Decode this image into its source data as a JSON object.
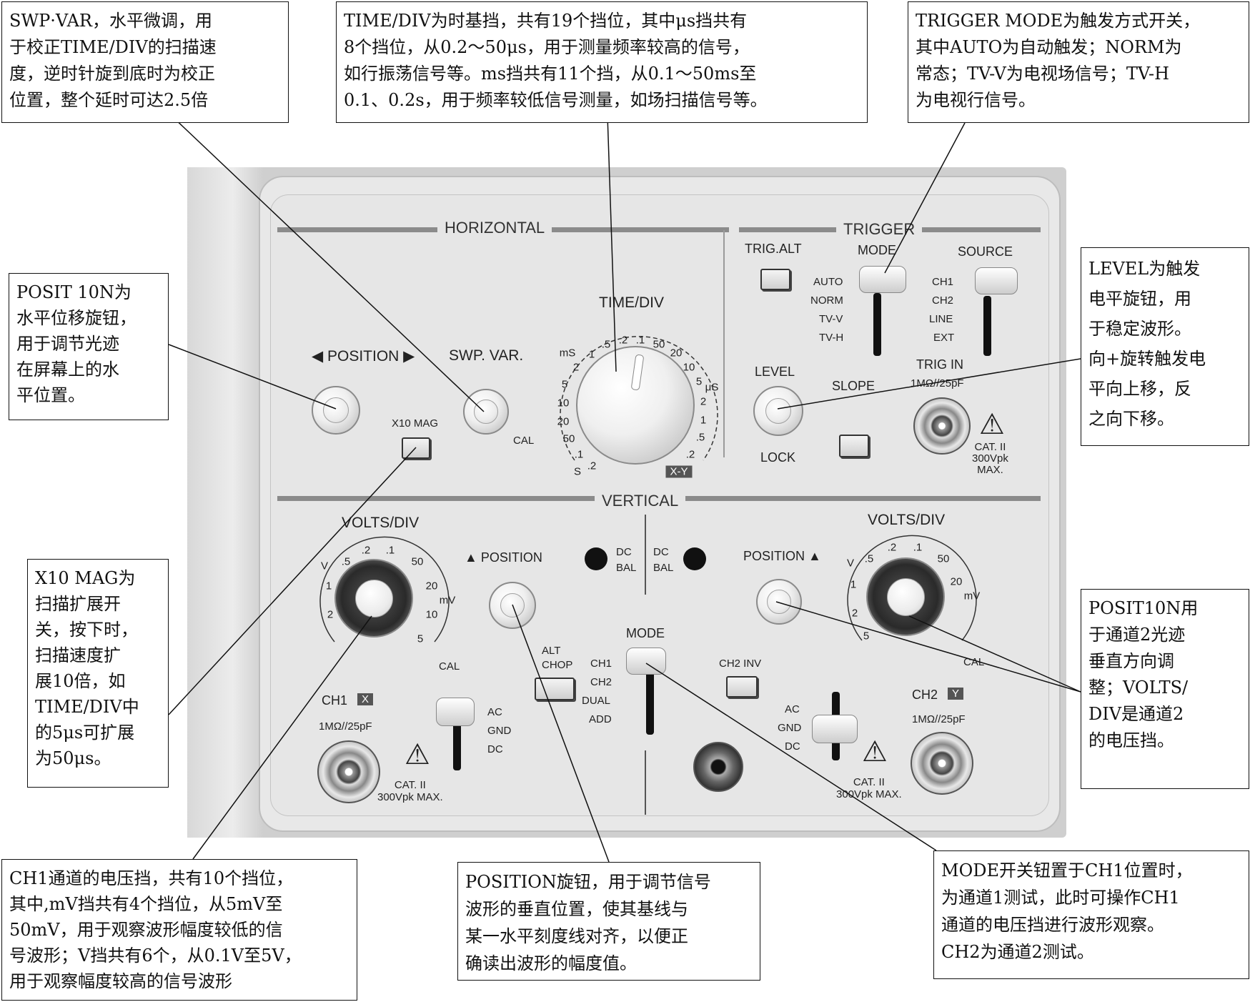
{
  "notes": {
    "swp_var": "SWP·VAR，水平微调，用\n于校正TIME/DIV的扫描速\n度，逆时针旋到底时为校正\n位置，整个延时可达2.5倍",
    "time_div": "TIME/DIV为时基挡，共有19个挡位，其中μs挡共有\n8个挡位，从0.2～50μs，用于测量频率较高的信号，\n如行振荡信号等。ms挡共有11个挡，从0.1～50ms至\n0.1、0.2s，用于频率较低信号测量，如场扫描信号等。",
    "trigger_mode": "TRIGGER MODE为触发方式开关，\n其中AUTO为自动触发；NORM为\n常态；TV-V为电视场信号；TV-H\n为电视行信号。",
    "posit_h": "POSIT 10N为\n水平位移旋钮，\n用于调节光迹\n在屏幕上的水\n平位置。",
    "level": "LEVEL为触发\n电平旋钮，用\n于稳定波形。\n向+旋转触发电\n平向上移，反\n之向下移。",
    "x10mag": "X10 MAG为\n扫描扩展开\n关，按下时，\n扫描速度扩\n展10倍，如\nTIME/DIV中\n的5μs可扩展\n为50μs。",
    "posit_ch2": "POSIT10N用\n于通道2光迹\n垂直方向调\n整；VOLTS/\nDIV是通道2\n的电压挡。",
    "ch1_volts": "CH1通道的电压挡，共有10个挡位，\n其中,mV挡共有4个挡位，从5mV至\n50mV，用于观察波形幅度较低的信\n号波形；V挡共有6个，从0.1V至5V，\n用于观察幅度较高的信号波形",
    "position_v": "POSITION旋钮，用于调节信号\n波形的垂直位置，使其基线与\n某一水平刻度线对齐，以便正\n确读出波形的幅度值。",
    "mode_sw": "MODE开关钮置于CH1位置时，\n为通道1测试，此时可操作CH1\n通道的电压挡进行波形观察。\nCH2为通道2测试。"
  },
  "panel": {
    "horizontal": "HORIZONTAL",
    "trigger": "TRIGGER",
    "vertical": "VERTICAL",
    "position_h": "◀ POSITION ▶",
    "swp_var": "SWP. VAR.",
    "time_div": "TIME/DIV",
    "x10mag": "X10 MAG",
    "cal": "CAL",
    "ms": "mS",
    "us": "μS",
    "s": "S",
    "xy": "X-Y",
    "time_ticks_left": [
      "1",
      ".5",
      ".2",
      ".1",
      "2",
      "5",
      "10",
      "20",
      "50",
      ".1",
      ".2"
    ],
    "time_ticks_right": [
      "50",
      "20",
      "10",
      "5",
      "2",
      "1",
      ".5",
      ".2"
    ],
    "trig_alt": "TRIG.ALT",
    "mode": "MODE",
    "source": "SOURCE",
    "trig_modes": [
      "AUTO",
      "NORM",
      "TV-V",
      "TV-H"
    ],
    "sources": [
      "CH1",
      "CH2",
      "LINE",
      "EXT"
    ],
    "level": "LEVEL",
    "slope": "SLOPE",
    "lock": "LOCK",
    "trig_in": "TRIG IN",
    "imp_trig": "1MΩ//25pF",
    "cat_trig": "CAT. II\n300Vpk\nMAX.",
    "volts_div_1": "VOLTS/DIV",
    "volts_div_2": "VOLTS/DIV",
    "volts_ticks": [
      ".5",
      ".2",
      ".1",
      "50",
      "20",
      "10",
      "5",
      "V",
      "1",
      "2",
      "mV"
    ],
    "volts_ticks_2": [
      ".5",
      ".2",
      ".1",
      "50",
      "20",
      "V",
      "1",
      "2",
      "5",
      "mV"
    ],
    "position_v1": "▲ POSITION",
    "position_v2": "POSITION ▲",
    "dc_bal": "DC\nBAL",
    "dc_bal_2": "DC\nBAL",
    "alt": "ALT",
    "chop": "CHOP",
    "v_mode": "MODE",
    "v_modes": [
      "CH1",
      "CH2",
      "DUAL",
      "ADD"
    ],
    "ch2_inv": "CH2 INV",
    "ch1": "CH1",
    "ch1_tag": "X",
    "ch2": "CH2",
    "ch2_tag": "Y",
    "imp_ch1": "1MΩ//25pF",
    "imp_ch2": "1MΩ//25pF",
    "coupling": [
      "AC",
      "GND",
      "DC"
    ],
    "coupling_2": [
      "AC",
      "GND",
      "DC"
    ],
    "cat_ch1": "CAT. II\n300Vpk MAX.",
    "cat_ch2": "CAT. II\n300Vpk MAX."
  }
}
